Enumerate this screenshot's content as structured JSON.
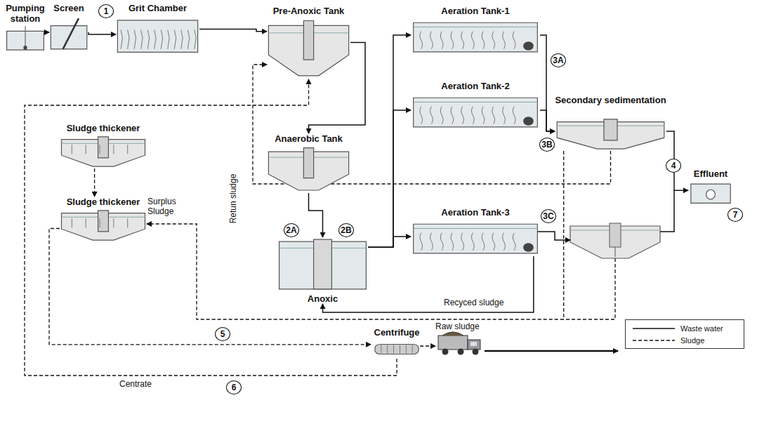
{
  "diagram": {
    "nodes": [
      {
        "text": [
          "Pumping station"
        ]
      },
      {
        "text": [
          "Screen"
        ]
      },
      {
        "text": [
          "Grit Chamber"
        ]
      },
      {
        "text": [
          "Pre-Anoxic Tank"
        ]
      },
      {
        "text": [
          "Anaerobic Tank"
        ]
      },
      {
        "text": [
          "Aeration Tank-1"
        ]
      },
      {
        "text": [
          "Aeration Tank-2"
        ]
      },
      {
        "text": [
          "Aeration Tank-3"
        ]
      },
      {
        "text": [
          "Anoxic"
        ]
      },
      {
        "text": [
          "Secondary sedimentation"
        ]
      },
      {
        "text": [
          "Sludge thickener"
        ]
      },
      {
        "text": [
          "Sludge thickener"
        ]
      },
      {
        "text": [
          "Centrifuge"
        ]
      },
      {
        "text": [
          "Effluent"
        ]
      }
    ],
    "edges": [
      {
        "from": 0,
        "to": 1,
        "arrow": "to"
      },
      {
        "from": 1,
        "to": 2,
        "arrow": "to"
      },
      {
        "from": 2,
        "to": 3,
        "arrow": "to"
      },
      {
        "from": 3,
        "to": 4,
        "arrow": "to"
      },
      {
        "from": 4,
        "to": 8,
        "arrow": "to"
      },
      {
        "from": 8,
        "to": 5,
        "arrow": "to"
      },
      {
        "from": 8,
        "to": 6,
        "arrow": "to"
      },
      {
        "from": 8,
        "to": 7,
        "arrow": "to"
      },
      {
        "from": 5,
        "to": 9,
        "arrow": "to"
      },
      {
        "from": 6,
        "to": 9,
        "arrow": "to"
      },
      {
        "from": 9,
        "to": 13,
        "arrow": "to"
      },
      {
        "from": 7,
        "to": 8,
        "arrow": "to"
      },
      {
        "from": 9,
        "to": 3,
        "arrow": "to"
      },
      {
        "from": 9,
        "to": 11,
        "arrow": "to"
      },
      {
        "from": 10,
        "to": 11,
        "arrow": "to"
      },
      {
        "from": 11,
        "to": 12,
        "arrow": "to"
      },
      {
        "from": 12,
        "to": 3,
        "arrow": "to"
      }
    ],
    "labels": [
      "1",
      "2A",
      "2B",
      "3A",
      "3B",
      "3C",
      "4",
      "5",
      "6",
      "7",
      "Retun sludge",
      "Surplus Sludge",
      "Raw sludge",
      "Recyced sludge",
      "Centrate"
    ],
    "legend": [
      {
        "text": "Waste water"
      },
      {
        "text": "Sludge"
      }
    ]
  }
}
